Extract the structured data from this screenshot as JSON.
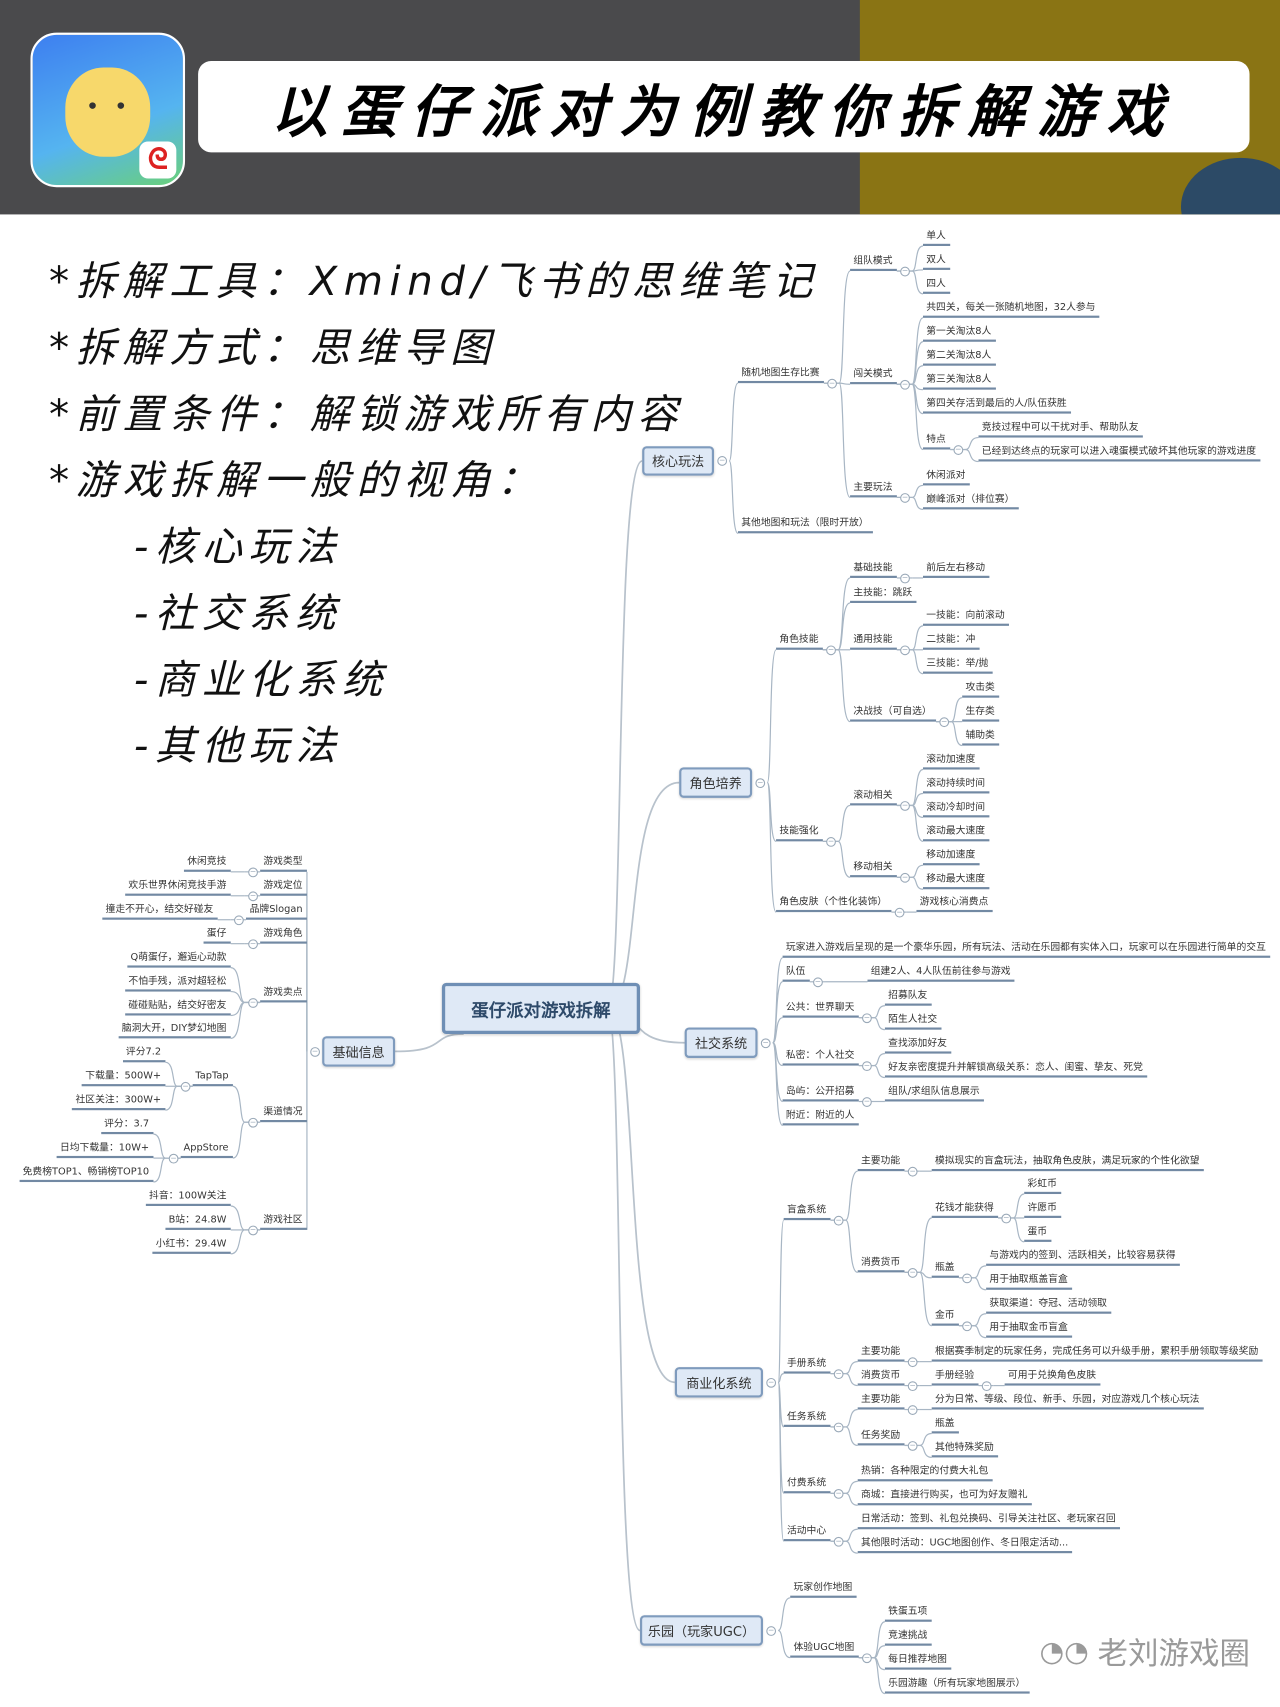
{
  "header": {
    "title": "以蛋仔派对为例教你拆解游戏",
    "app_icon": "egg-party-app-icon"
  },
  "intro": {
    "lines": [
      "*拆解工具：Xmind/飞书的思维笔记",
      "*拆解方式：思维导图",
      "*前置条件：解锁游戏所有内容",
      "*游戏拆解一般的视角："
    ],
    "perspectives": [
      "-核心玩法",
      "-社交系统",
      "-商业化系统",
      "-其他玩法"
    ]
  },
  "mindmap": {
    "center": "蛋仔派对游戏拆解",
    "core": {
      "label": "核心玩法",
      "items": [
        "随机地图生存比赛",
        "组队模式",
        "单人",
        "双人",
        "四人",
        "闯关模式",
        "共四关，每关一张随机地图，32人参与",
        "第一关淘汰8人",
        "第二关淘汰8人",
        "第三关淘汰8人",
        "第四关存活到最后的人/队伍获胜",
        "特点",
        "竞技过程中可以干扰对手、帮助队友",
        "已经到达终点的玩家可以进入魂蛋模式破坏其他玩家的游戏进度",
        "主要玩法",
        "休闲派对",
        "巅峰派对（排位赛）",
        "其他地图和玩法（限时开放）"
      ]
    },
    "role": {
      "label": "角色培养",
      "items": [
        "角色技能",
        "基础技能",
        "前后左右移动",
        "主技能：跳跃",
        "通用技能",
        "一技能：向前滚动",
        "二技能：冲",
        "三技能：举/抛",
        "决战技（可自选）",
        "攻击类",
        "生存类",
        "辅助类",
        "技能强化",
        "滚动相关",
        "滚动加速度",
        "滚动持续时间",
        "滚动冷却时间",
        "滚动最大速度",
        "移动相关",
        "移动加速度",
        "移动最大速度",
        "角色皮肤（个性化装饰）",
        "游戏核心消费点"
      ]
    },
    "social": {
      "label": "社交系统",
      "items": [
        "玩家进入游戏后呈现的是一个豪华乐园，所有玩法、活动在乐园都有实体入口，玩家可以在乐园进行简单的交互",
        "队伍",
        "组建2人、4人队伍前往参与游戏",
        "公共：世界聊天",
        "招募队友",
        "陌生人社交",
        "私密：个人社交",
        "查找添加好友",
        "好友亲密度提升并解锁高级关系：恋人、闺蜜、挚友、死党",
        "岛屿：公开招募",
        "组队/求组队信息展示",
        "附近：附近的人"
      ]
    },
    "commerce": {
      "label": "商业化系统",
      "items": [
        "盲盒系统",
        "主要功能",
        "模拟现实的盲盒玩法，抽取角色皮肤，满足玩家的个性化欲望",
        "消费货币",
        "花钱才能获得",
        "彩虹币",
        "许愿币",
        "蛋币",
        "瓶盖",
        "与游戏内的签到、活跃相关，比较容易获得",
        "用于抽取瓶盖盲盒",
        "金币",
        "获取渠道：夺冠、活动领取",
        "用于抽取金币盲盒",
        "手册系统",
        "主要功能",
        "根据赛季制定的玩家任务，完成任务可以升级手册，累积手册领取等级奖励",
        "消费货币",
        "手册经验",
        "可用于兑换角色皮肤",
        "任务系统",
        "主要功能",
        "分为日常、等级、段位、新手、乐园，对应游戏几个核心玩法",
        "任务奖励",
        "瓶盖",
        "其他特殊奖励",
        "付费系统",
        "热销：各种限定的付费大礼包",
        "商城：直接进行购买，也可为好友赠礼",
        "活动中心",
        "日常活动：签到、礼包兑换码、引导关注社区、老玩家召回",
        "其他限时活动：UGC地图创作、冬日限定活动..."
      ]
    },
    "ugc": {
      "label": "乐园（玩家UGC）",
      "items": [
        "玩家创作地图",
        "体验UGC地图",
        "铁蛋五项",
        "竞速挑战",
        "每日推荐地图",
        "乐园游趣（所有玩家地图展示）"
      ]
    },
    "basic": {
      "label": "基础信息",
      "items": [
        "游戏类型",
        "休闲竞技",
        "游戏定位",
        "欢乐世界休闲竞技手游",
        "品牌Slogan",
        "撞走不开心，结交好碰友",
        "游戏角色",
        "蛋仔",
        "游戏卖点",
        "Q萌蛋仔，邂逅心动款",
        "不怕手残，派对超轻松",
        "碰碰贴贴，结交好密友",
        "脑洞大开，DIY梦幻地图",
        "渠道情况",
        "TapTap",
        "评分7.2",
        "下载量：500W+",
        "社区关注：300W+",
        "AppStore",
        "评分：3.7",
        "日均下载量：10W+",
        "免费榜TOP1、畅销榜TOP10",
        "游戏社区",
        "抖音：100W关注",
        "B站：24.8W",
        "小红书：29.4W"
      ]
    }
  },
  "watermark": {
    "text": "老刘游戏圈",
    "icon": "wechat-icon"
  },
  "colors": {
    "node_underline": "#7289a3",
    "branch_fill": "#dfe9f6",
    "branch_border": "#7f9bbd",
    "header_bg": "#4a4a4c"
  }
}
